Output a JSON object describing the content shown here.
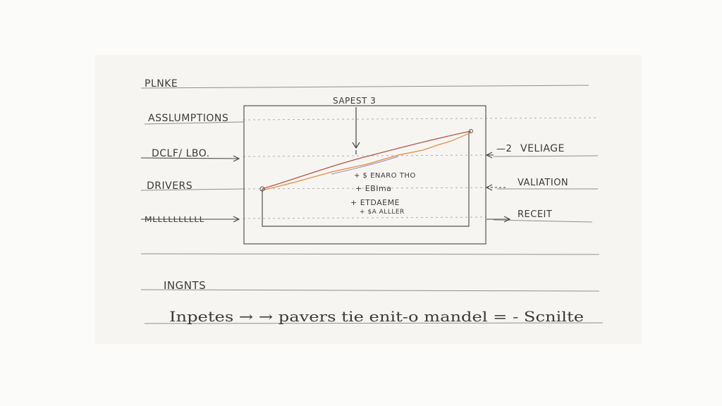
{
  "diagram": {
    "labels": {
      "plnke": "PLNKE",
      "assumptions": "ASSLUMPTIONS",
      "dclf_lbo": "DCLF/ LBO.",
      "drivers": "DRIVERS",
      "scribble": "MLLLLLLLLLL",
      "insights": "INGNTS"
    },
    "box": {
      "title": "SAPEST 3",
      "notes": [
        "+ $ ENARO THO",
        "+ EBIma",
        "+ ETDAEME",
        "+ $A ALLLER"
      ]
    },
    "outputs": {
      "veliage": "VELIAGE",
      "veliage_prefix": "—2",
      "valuation": "VALIATION",
      "receit": "RECEIT"
    },
    "formula": "Inpetes → → pavers tie enit-o mandel = - Scnilte",
    "colors": {
      "ink": "#3a3a3a",
      "line": "#9a9a9a",
      "orange": "#e08a3c",
      "red": "#b5564a",
      "paper": "#f7f6f3"
    }
  }
}
